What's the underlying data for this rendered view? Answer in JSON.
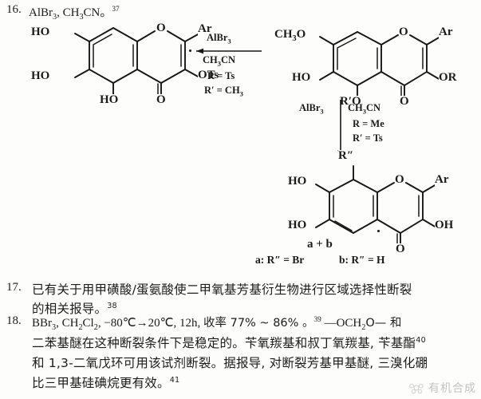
{
  "page": {
    "background_color": "#fdfdfb",
    "ink_color": "#171717"
  },
  "entries": [
    {
      "number": "16.",
      "reagents_text": "AlBr",
      "reagents_sub": "3",
      "reagents_text2": ", CH",
      "reagents_sub2": "3",
      "reagents_text3": "CN",
      "period": "。",
      "footnote": "37"
    },
    {
      "number": "17.",
      "line1": "已有关于用甲磺酸/蛋氨酸使二甲氧基芳基衍生物进行区域选择性断裂",
      "line2": "的相关报导。",
      "footnote": "38"
    },
    {
      "number": "18.",
      "line1_a": "BBr",
      "line1_a_sub": "3",
      "line1_b": ", CH",
      "line1_b_sub": "2",
      "line1_c": "Cl",
      "line1_c_sub": "2",
      "line1_d": ", −80℃→20℃, 12h, ",
      "line1_e": "收率 77% ~ 86% 。",
      "line1_fn": "39",
      "line1_f": " —OCH",
      "line1_f_sub": "2",
      "line1_g": "O— 和",
      "line2": "二苯基醚在这种断裂条件下是稳定的。苄氧羰基和叔丁氧羰基, 苄基酯",
      "line2_fn": "40",
      "line3": "和 1,3-二氧戊环可用该试剂断裂。据报导, 对断裂芳基甲基醚, 三溴化硼",
      "line4": "比三甲基硅碘烷更有效。",
      "line4_fn": "41"
    }
  ],
  "scheme": {
    "structure_left": {
      "name": "flavone-trihydroxy-OTs",
      "labels": {
        "ho7": "HO",
        "ho6": "HO",
        "ho5": "HO",
        "ring_o": "O",
        "ar": "Ar",
        "ots": "OTs",
        "keto_o": "O"
      }
    },
    "structure_top_right": {
      "name": "flavone-methoxy-OR",
      "labels": {
        "ch3o": "CH 3O",
        "ho": "HO",
        "rprime_o": "R′O",
        "ring_o": "O",
        "ar": "Ar",
        "or": "OR",
        "keto_o": "O"
      }
    },
    "structure_bottom": {
      "name": "flavonol-dihydroxy",
      "labels": {
        "rdoubleprime": "R″",
        "ho7": "HO",
        "ho6": "HO",
        "ring_o": "O",
        "ar": "Ar",
        "oh": "OH",
        "keto_o": "O"
      }
    },
    "arrow_horizontal": {
      "direction": "left",
      "above": "AlBr3",
      "above_main": "AlBr",
      "above_sub": "3",
      "below_main": "CH",
      "below_sub": "3",
      "below_tail": "CN",
      "cond1": "R = Ts",
      "cond2": "R′ = CH",
      "cond2_sub": "3"
    },
    "arrow_vertical": {
      "direction": "down",
      "left_main": "AlBr",
      "left_sub": "3",
      "right_main": "CH",
      "right_sub": "3",
      "right_tail": "CN",
      "cond1": "R = Me",
      "cond2": "R′ = Ts"
    },
    "products": {
      "sum": "a + b",
      "a_label": "a:  R″ = Br",
      "b_label": "b:  R″ = H"
    }
  },
  "watermark": {
    "text": "有机合成",
    "icon": "flower-logo-icon"
  }
}
